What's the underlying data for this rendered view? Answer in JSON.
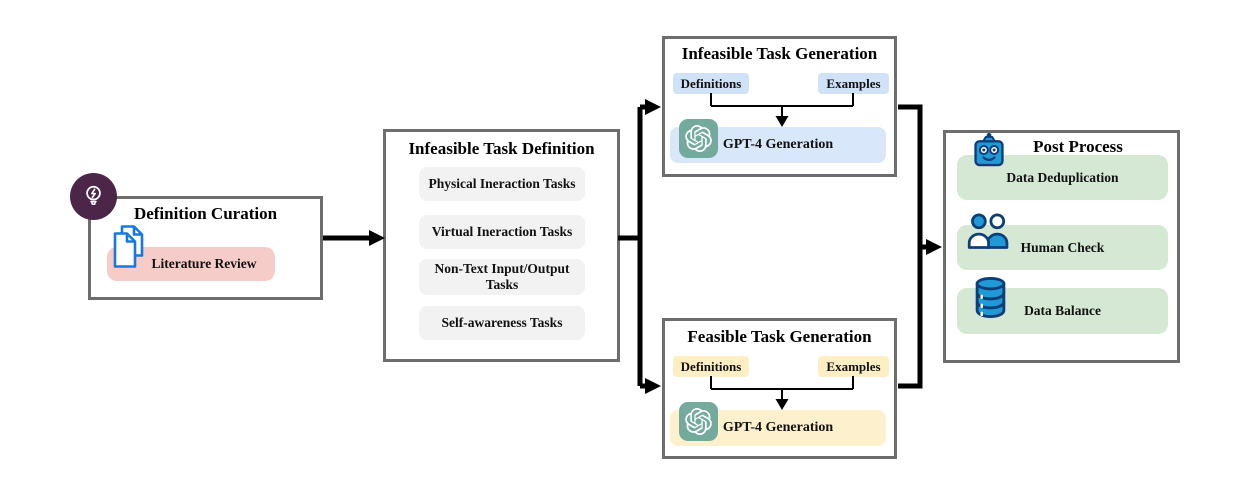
{
  "colors": {
    "accent_purple": "#4b2648",
    "literature_pink": "#f6ccc8",
    "task_gray": "#f2f2f2",
    "infeasible_blue": "#cfe2f7",
    "infeasible_blue_light": "#d9e7fb",
    "feasible_yellow": "#fdefc3",
    "feasible_yellow_light": "#fcf0cd",
    "post_green": "#d5e8d4",
    "openai_teal": "#74aa9c",
    "icon_blue": "#1f9ad6",
    "icon_navy": "#0e3e78",
    "document_blue": "#1778e0",
    "arrow_black": "#000000",
    "box_border_gray": "#6d6d6d"
  },
  "definition_curation": {
    "title": "Definition Curation",
    "item": "Literature Review"
  },
  "task_definition": {
    "title": "Infeasible Task Definition",
    "items": [
      "Physical Ineraction Tasks",
      "Virtual Ineraction Tasks",
      "Non-Text Input/Output Tasks",
      "Self-awareness Tasks"
    ]
  },
  "infeasible_generation": {
    "title": "Infeasible Task Generation",
    "definitions_label": "Definitions",
    "examples_label": "Examples",
    "gpt_label": "GPT-4 Generation"
  },
  "feasible_generation": {
    "title": "Feasible Task Generation",
    "definitions_label": "Definitions",
    "examples_label": "Examples",
    "gpt_label": "GPT-4 Generation"
  },
  "post_process": {
    "title": "Post Process",
    "items": [
      "Data Deduplication",
      "Human Check",
      "Data Balance"
    ]
  }
}
